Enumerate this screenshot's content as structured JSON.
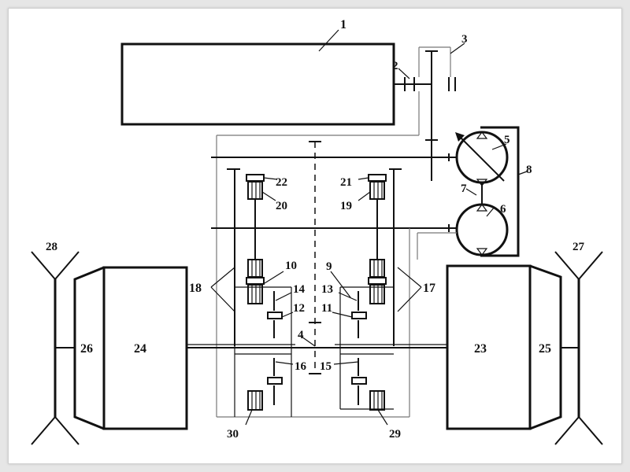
{
  "diagram": {
    "labels": {
      "l1": "1",
      "l2": "2",
      "l3": "3",
      "l4": "4",
      "l5": "5",
      "l6": "6",
      "l7": "7",
      "l8": "8",
      "l9": "9",
      "l10": "10",
      "l11": "11",
      "l12": "12",
      "l13": "13",
      "l14": "14",
      "l15": "15",
      "l16": "16",
      "l17": "17",
      "l18": "18",
      "l19": "19",
      "l20": "20",
      "l21": "21",
      "l22": "22",
      "l23": "23",
      "l24": "24",
      "l25": "25",
      "l26": "26",
      "l27": "27",
      "l28": "28",
      "l29": "29",
      "l30": "30"
    }
  }
}
